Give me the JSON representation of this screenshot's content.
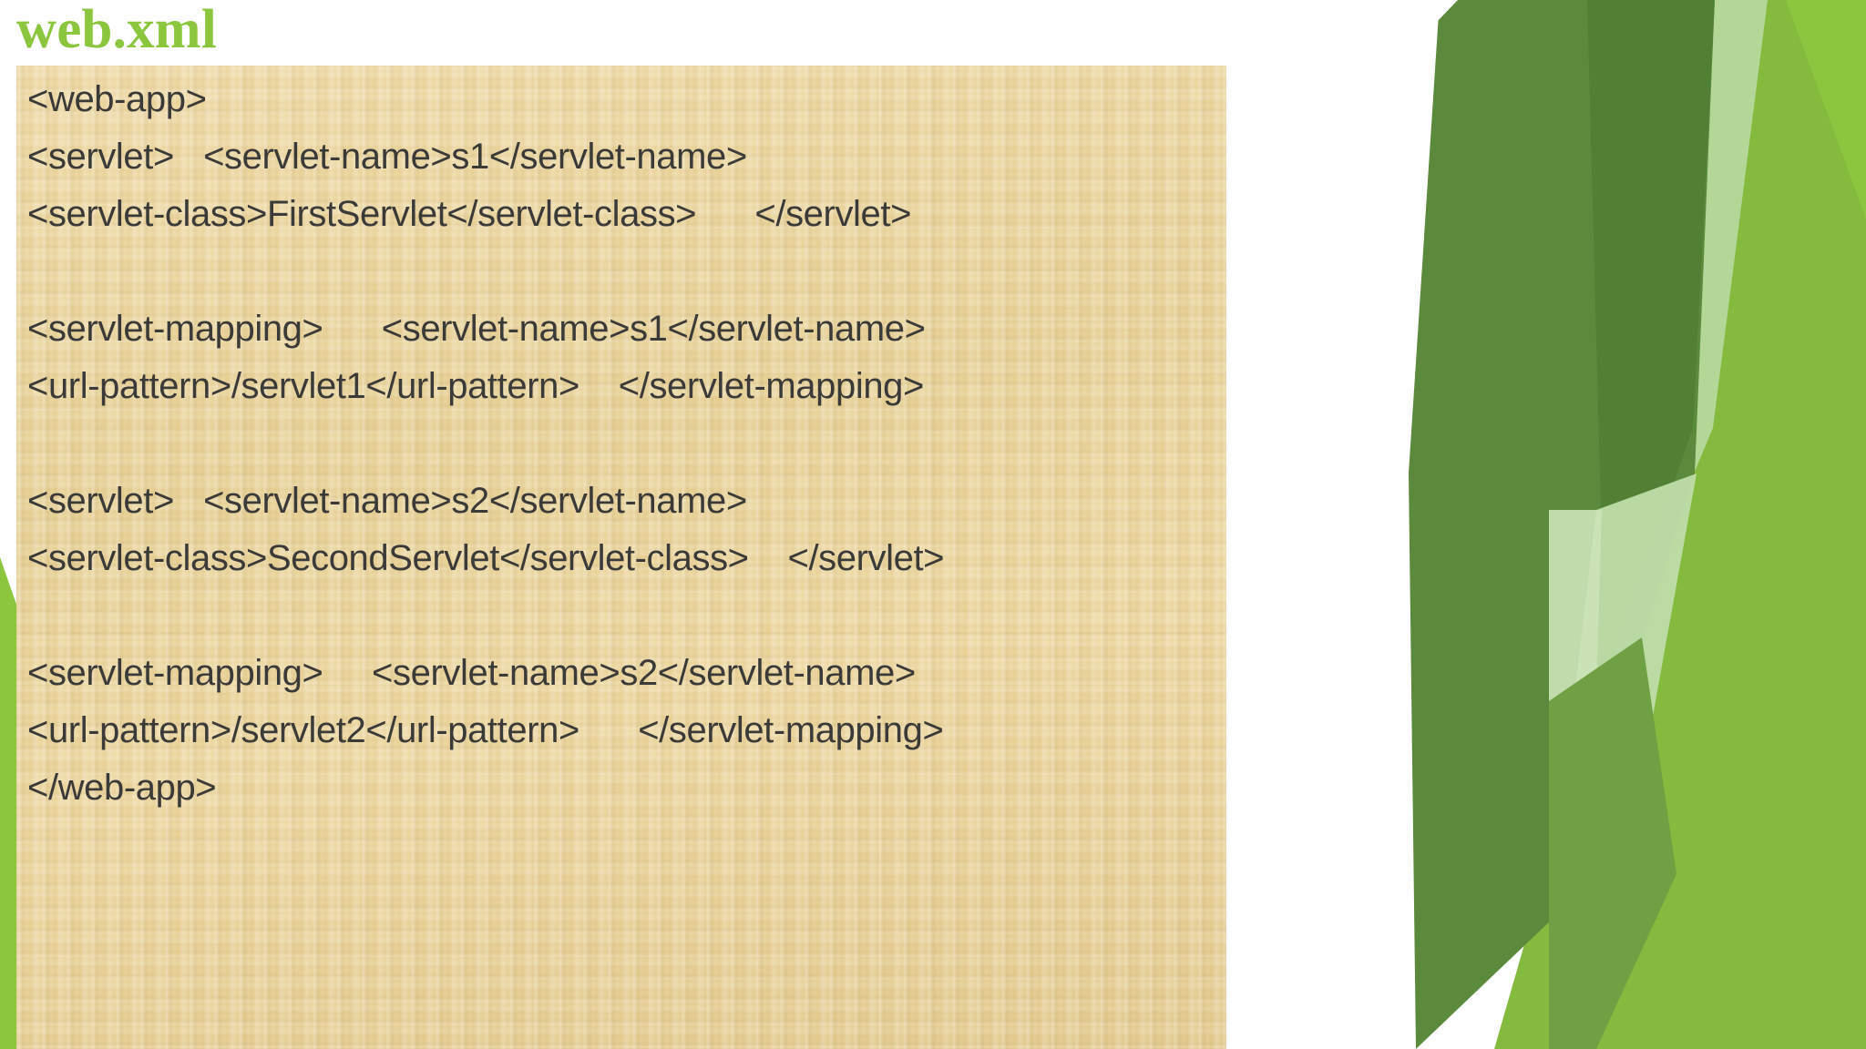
{
  "slide": {
    "title": "web.xml",
    "title_color": "#8CC63E",
    "panel_bg_color": "#edd9a3",
    "code_text_color": "#3a3a38",
    "code_lines": [
      "<web-app>",
      "<servlet>   <servlet-name>s1</servlet-name>",
      "<servlet-class>FirstServlet</servlet-class>      </servlet>",
      "",
      "<servlet-mapping>      <servlet-name>s1</servlet-name>",
      "<url-pattern>/servlet1</url-pattern>    </servlet-mapping>",
      "",
      "<servlet>   <servlet-name>s2</servlet-name>",
      "<servlet-class>SecondServlet</servlet-class>    </servlet>",
      "",
      "<servlet-mapping>     <servlet-name>s2</servlet-name>",
      "<url-pattern>/servlet2</url-pattern>      </servlet-mapping>",
      "</web-app>"
    ]
  },
  "decor": {
    "name": "green-polygon-banner",
    "colors": {
      "dark_green": "#5C8A3C",
      "mid_green": "#6FA043",
      "bright_green": "#7FB241",
      "light_green": "#8CC63E",
      "lighter_green": "#A6CF6B",
      "pale_green": "#C3DEA6",
      "paler_green": "#D4E7BE",
      "left_wedge_green": "#8CC63E"
    }
  }
}
